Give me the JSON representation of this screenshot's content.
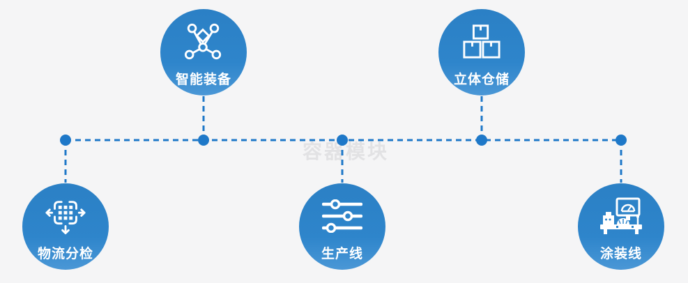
{
  "watermark": "容器模块",
  "colors": {
    "background": "#f5f5f6",
    "node_fill": "#2b80c5",
    "node_fill_bottom": "#4a97d6",
    "connector": "#1e78c8",
    "label_text": "#ffffff",
    "watermark_text": "#e2e2e4"
  },
  "diagram": {
    "type": "node-link",
    "nodes": [
      {
        "id": "smart-equipment",
        "label": "智能装备",
        "icon": "network-nodes-icon",
        "row": "top"
      },
      {
        "id": "warehouse",
        "label": "立体仓储",
        "icon": "stacked-boxes-icon",
        "row": "top"
      },
      {
        "id": "logistics-sorting",
        "label": "物流分检",
        "icon": "sorting-arrows-icon",
        "row": "bottom"
      },
      {
        "id": "production-line",
        "label": "生产线",
        "icon": "sliders-icon",
        "row": "bottom"
      },
      {
        "id": "coating-line",
        "label": "涂装线",
        "icon": "machine-monitor-icon",
        "row": "bottom"
      }
    ],
    "connector_style": "dashed horizontal bus at y=201 with junction dots linking all five nodes"
  }
}
